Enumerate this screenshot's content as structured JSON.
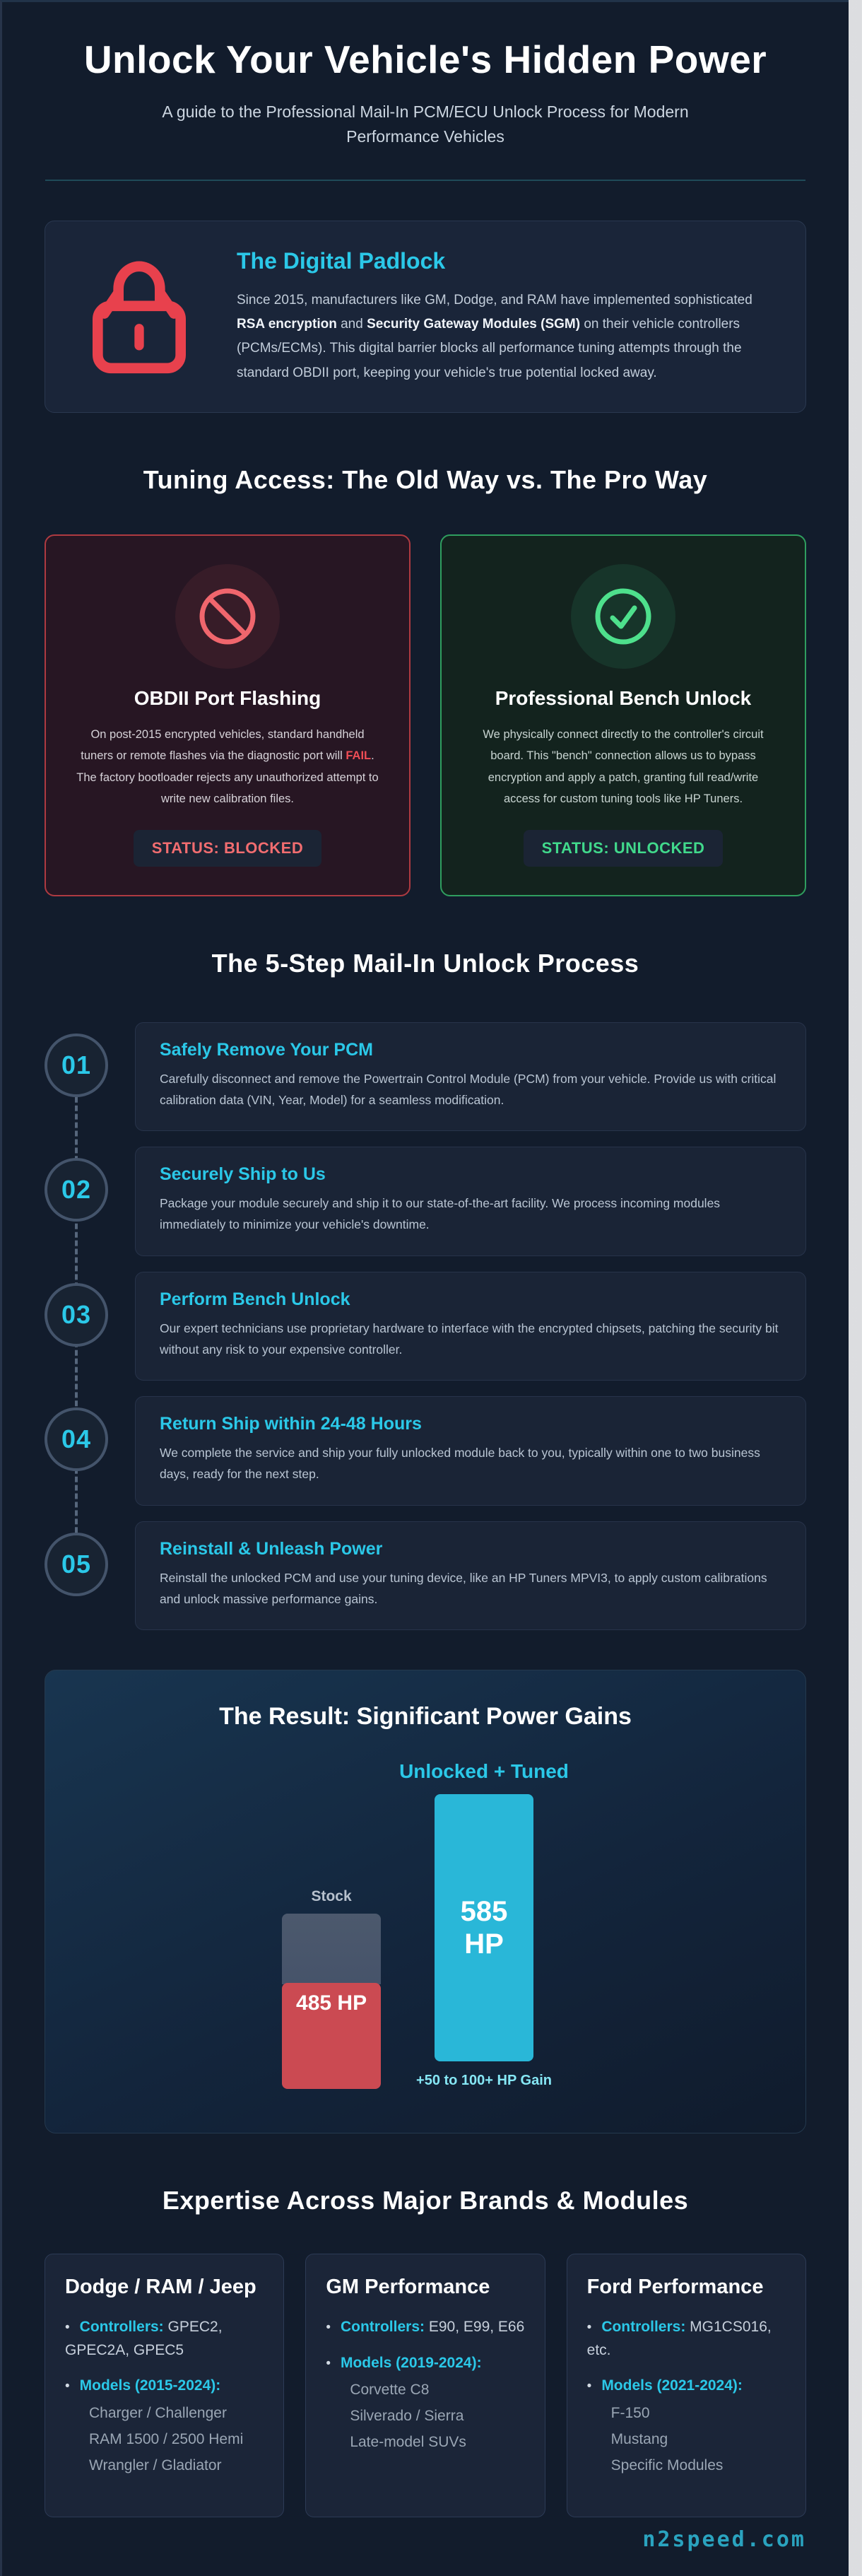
{
  "colors": {
    "accent": "#2bc8e8",
    "danger": "#ee4d55",
    "success": "#41d98c",
    "bar-gray": "#46536a",
    "bar-red": "#cb4a52",
    "bar-cyan": "#29b7d8",
    "footer-teal": "#2aa3bf"
  },
  "header": {
    "title": "Unlock Your Vehicle's Hidden Power",
    "subtitle": "A guide to the Professional Mail-In PCM/ECU Unlock Process for Modern Performance Vehicles"
  },
  "padlock": {
    "title": "The Digital Padlock",
    "body_1": "Since 2015, manufacturers like GM, Dodge, and RAM have implemented sophisticated ",
    "bold_1": "RSA encryption",
    "body_2": " and ",
    "bold_2": "Security Gateway Modules (SGM)",
    "body_3": " on their vehicle controllers (PCMs/ECMs). This digital barrier blocks all performance tuning attempts through the standard OBDII port, keeping your vehicle's true potential locked away."
  },
  "comparison": {
    "heading": "Tuning Access: The Old Way vs. The Pro Way",
    "blocked": {
      "title": "OBDII Port Flashing",
      "body_1": "On post-2015 encrypted vehicles, standard handheld tuners or remote flashes via the diagnostic port will ",
      "fail_word": "FAIL",
      "body_2": ". The factory bootloader rejects any unauthorized attempt to write new calibration files.",
      "status": "STATUS: BLOCKED"
    },
    "unlocked": {
      "title": "Professional Bench Unlock",
      "body": "We physically connect directly to the controller's circuit board. This \"bench\" connection allows us to bypass encryption and apply a patch, granting full read/write access for custom tuning tools like HP Tuners.",
      "status": "STATUS: UNLOCKED"
    }
  },
  "process": {
    "heading": "The 5-Step Mail-In Unlock Process",
    "steps": [
      {
        "num": "01",
        "title": "Safely Remove Your PCM",
        "body": "Carefully disconnect and remove the Powertrain Control Module (PCM) from your vehicle. Provide us with critical calibration data (VIN, Year, Model) for a seamless modification."
      },
      {
        "num": "02",
        "title": "Securely Ship to Us",
        "body": "Package your module securely and ship it to our state-of-the-art facility. We process incoming modules immediately to minimize your vehicle's downtime."
      },
      {
        "num": "03",
        "title": "Perform Bench Unlock",
        "body": "Our expert technicians use proprietary hardware to interface with the encrypted chipsets, patching the security bit without any risk to your expensive controller."
      },
      {
        "num": "04",
        "title": "Return Ship within 24-48 Hours",
        "body": "We complete the service and ship your fully unlocked module back to you, typically within one to two business days, ready for the next step."
      },
      {
        "num": "05",
        "title": "Reinstall & Unleash Power",
        "body": "Reinstall the unlocked PCM and use your tuning device, like an HP Tuners MPVI3, to apply custom calibrations and unlock massive performance gains."
      }
    ]
  },
  "results": {
    "heading": "The Result: Significant Power Gains",
    "stock_label": "Stock",
    "stock_value": "485 HP",
    "tuned_label": "Unlocked + Tuned",
    "tuned_value": "585 HP",
    "gain_note": "+50 to 100+ HP Gain"
  },
  "chart_data": {
    "type": "bar",
    "categories": [
      "Stock",
      "Unlocked + Tuned"
    ],
    "values": [
      485,
      585
    ],
    "unit": "HP",
    "title": "The Result: Significant Power Gains",
    "annotation": "+50 to 100+ HP Gain",
    "notes": "Stock bar drawn as red 485 HP segment with gray locked-potential cap above it; tuned bar solid cyan"
  },
  "brands": {
    "heading": "Expertise Across Major Brands & Modules",
    "cards": [
      {
        "title": "Dodge / RAM / Jeep",
        "controllers_label": "Controllers:",
        "controllers": "GPEC2, GPEC2A, GPEC5",
        "models_label": "Models (2015-2024):",
        "models": [
          "Charger / Challenger",
          "RAM 1500 / 2500 Hemi",
          "Wrangler / Gladiator"
        ]
      },
      {
        "title": "GM Performance",
        "controllers_label": "Controllers:",
        "controllers": "E90, E99, E66",
        "models_label": "Models (2019-2024):",
        "models": [
          "Corvette C8",
          "Silverado / Sierra",
          "Late-model SUVs"
        ]
      },
      {
        "title": "Ford Performance",
        "controllers_label": "Controllers:",
        "controllers": "MG1CS016, etc.",
        "models_label": "Models (2021-2024):",
        "models": [
          "F-150",
          "Mustang",
          "Specific Modules"
        ]
      }
    ]
  },
  "footer": {
    "brand": "n2speed.com"
  }
}
